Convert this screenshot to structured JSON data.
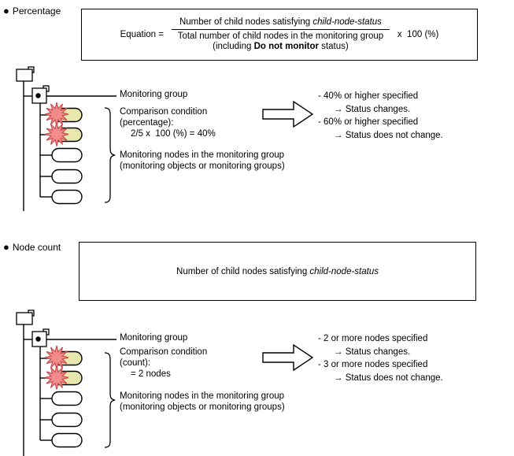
{
  "sections": {
    "percentage": {
      "bullet": "●",
      "title": "Percentage",
      "equation": {
        "label": "Equation =",
        "numerator_text": "Number of child nodes satisfying ",
        "numerator_var": "child-node-status",
        "denominator_line1": "Total number of child nodes in the monitoring group",
        "denominator_pre": "(including ",
        "denominator_bold": "Do not monitor",
        "denominator_post": " status)",
        "multiplier": "x  100 (%)"
      },
      "labels": {
        "group": "Monitoring group",
        "condition1": "Comparison condition",
        "condition2": "(percentage):",
        "condition3": "2/5 x  100 (%) = 40%",
        "nodes1": "Monitoring nodes in the monitoring group",
        "nodes2": "(monitoring objects or monitoring groups)"
      },
      "results": {
        "case1": "- 40% or higher specified",
        "case1_outcome": "→ Status changes.",
        "case2": "- 60% or higher specified",
        "case2_outcome": "→ Status does not change."
      }
    },
    "node_count": {
      "bullet": "●",
      "title": "Node count",
      "equation": {
        "text": "Number of child nodes satisfying ",
        "var": "child-node-status"
      },
      "labels": {
        "group": "Monitoring group",
        "condition1": "Comparison condition",
        "condition2": "(count):",
        "condition3": "= 2 nodes",
        "nodes1": "Monitoring nodes in the monitoring group",
        "nodes2": "(monitoring objects or monitoring groups)"
      },
      "results": {
        "case1": "- 2 or more nodes specified",
        "case1_outcome": "→ Status changes.",
        "case2": "- 3 or more nodes specified",
        "case2_outcome": "→ Status does not change."
      }
    }
  },
  "colors": {
    "starburst_fill": "#F28B8B",
    "starburst_stroke": "#C94F4F",
    "pill_highlight_fill": "#E7E7AE",
    "pill_default_fill": "#FFFFFF",
    "line": "#000000"
  }
}
